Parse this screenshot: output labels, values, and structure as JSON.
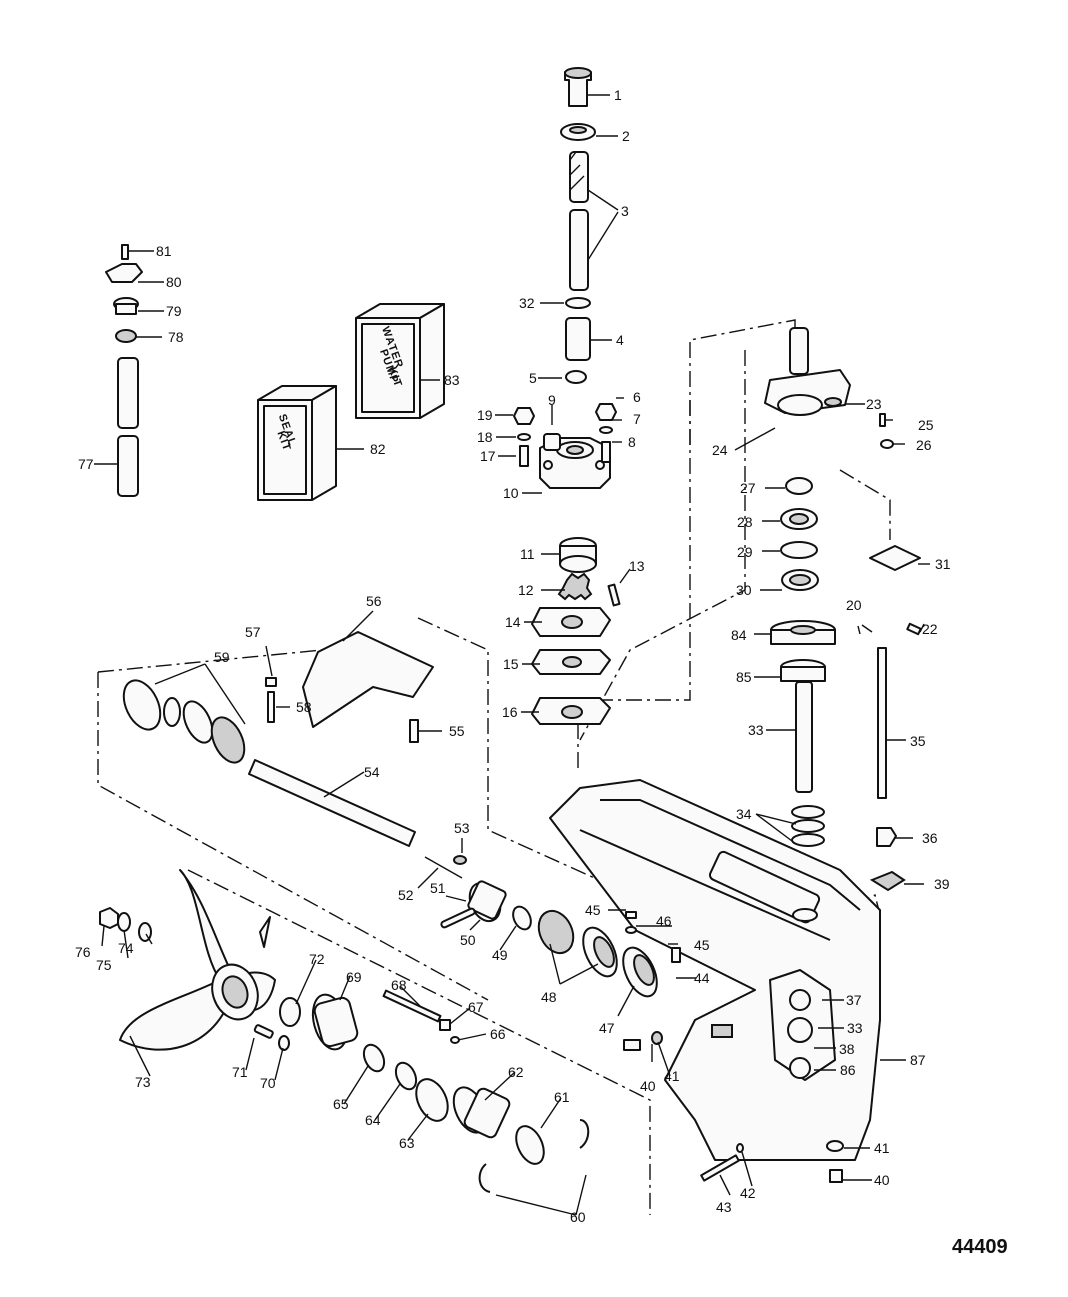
{
  "figure_id": "44409",
  "kits": {
    "water_pump": {
      "line1": "WATER",
      "line2": "PUMP",
      "line3": "KIT",
      "number": "83"
    },
    "seal": {
      "line1": "SEAL",
      "line2": "KIT",
      "number": "82"
    }
  },
  "callouts": [
    "1",
    "2",
    "3",
    "32",
    "4",
    "5",
    "6",
    "7",
    "8",
    "9",
    "19",
    "18",
    "17",
    "10",
    "11",
    "12",
    "13",
    "14",
    "15",
    "16",
    "23",
    "24",
    "25",
    "26",
    "27",
    "28",
    "29",
    "30",
    "31",
    "20",
    "22",
    "84",
    "85",
    "33",
    "35",
    "34",
    "36",
    "39",
    "81",
    "80",
    "79",
    "78",
    "77",
    "56",
    "57",
    "59",
    "58",
    "55",
    "54",
    "53",
    "52",
    "51",
    "50",
    "49",
    "48",
    "47",
    "45",
    "46",
    "45",
    "44",
    "76",
    "75",
    "74",
    "73",
    "72",
    "69",
    "68",
    "67",
    "66",
    "71",
    "70",
    "65",
    "64",
    "63",
    "62",
    "61",
    "60",
    "37",
    "33",
    "38",
    "86",
    "87",
    "40",
    "41",
    "41",
    "40",
    "43",
    "42"
  ]
}
